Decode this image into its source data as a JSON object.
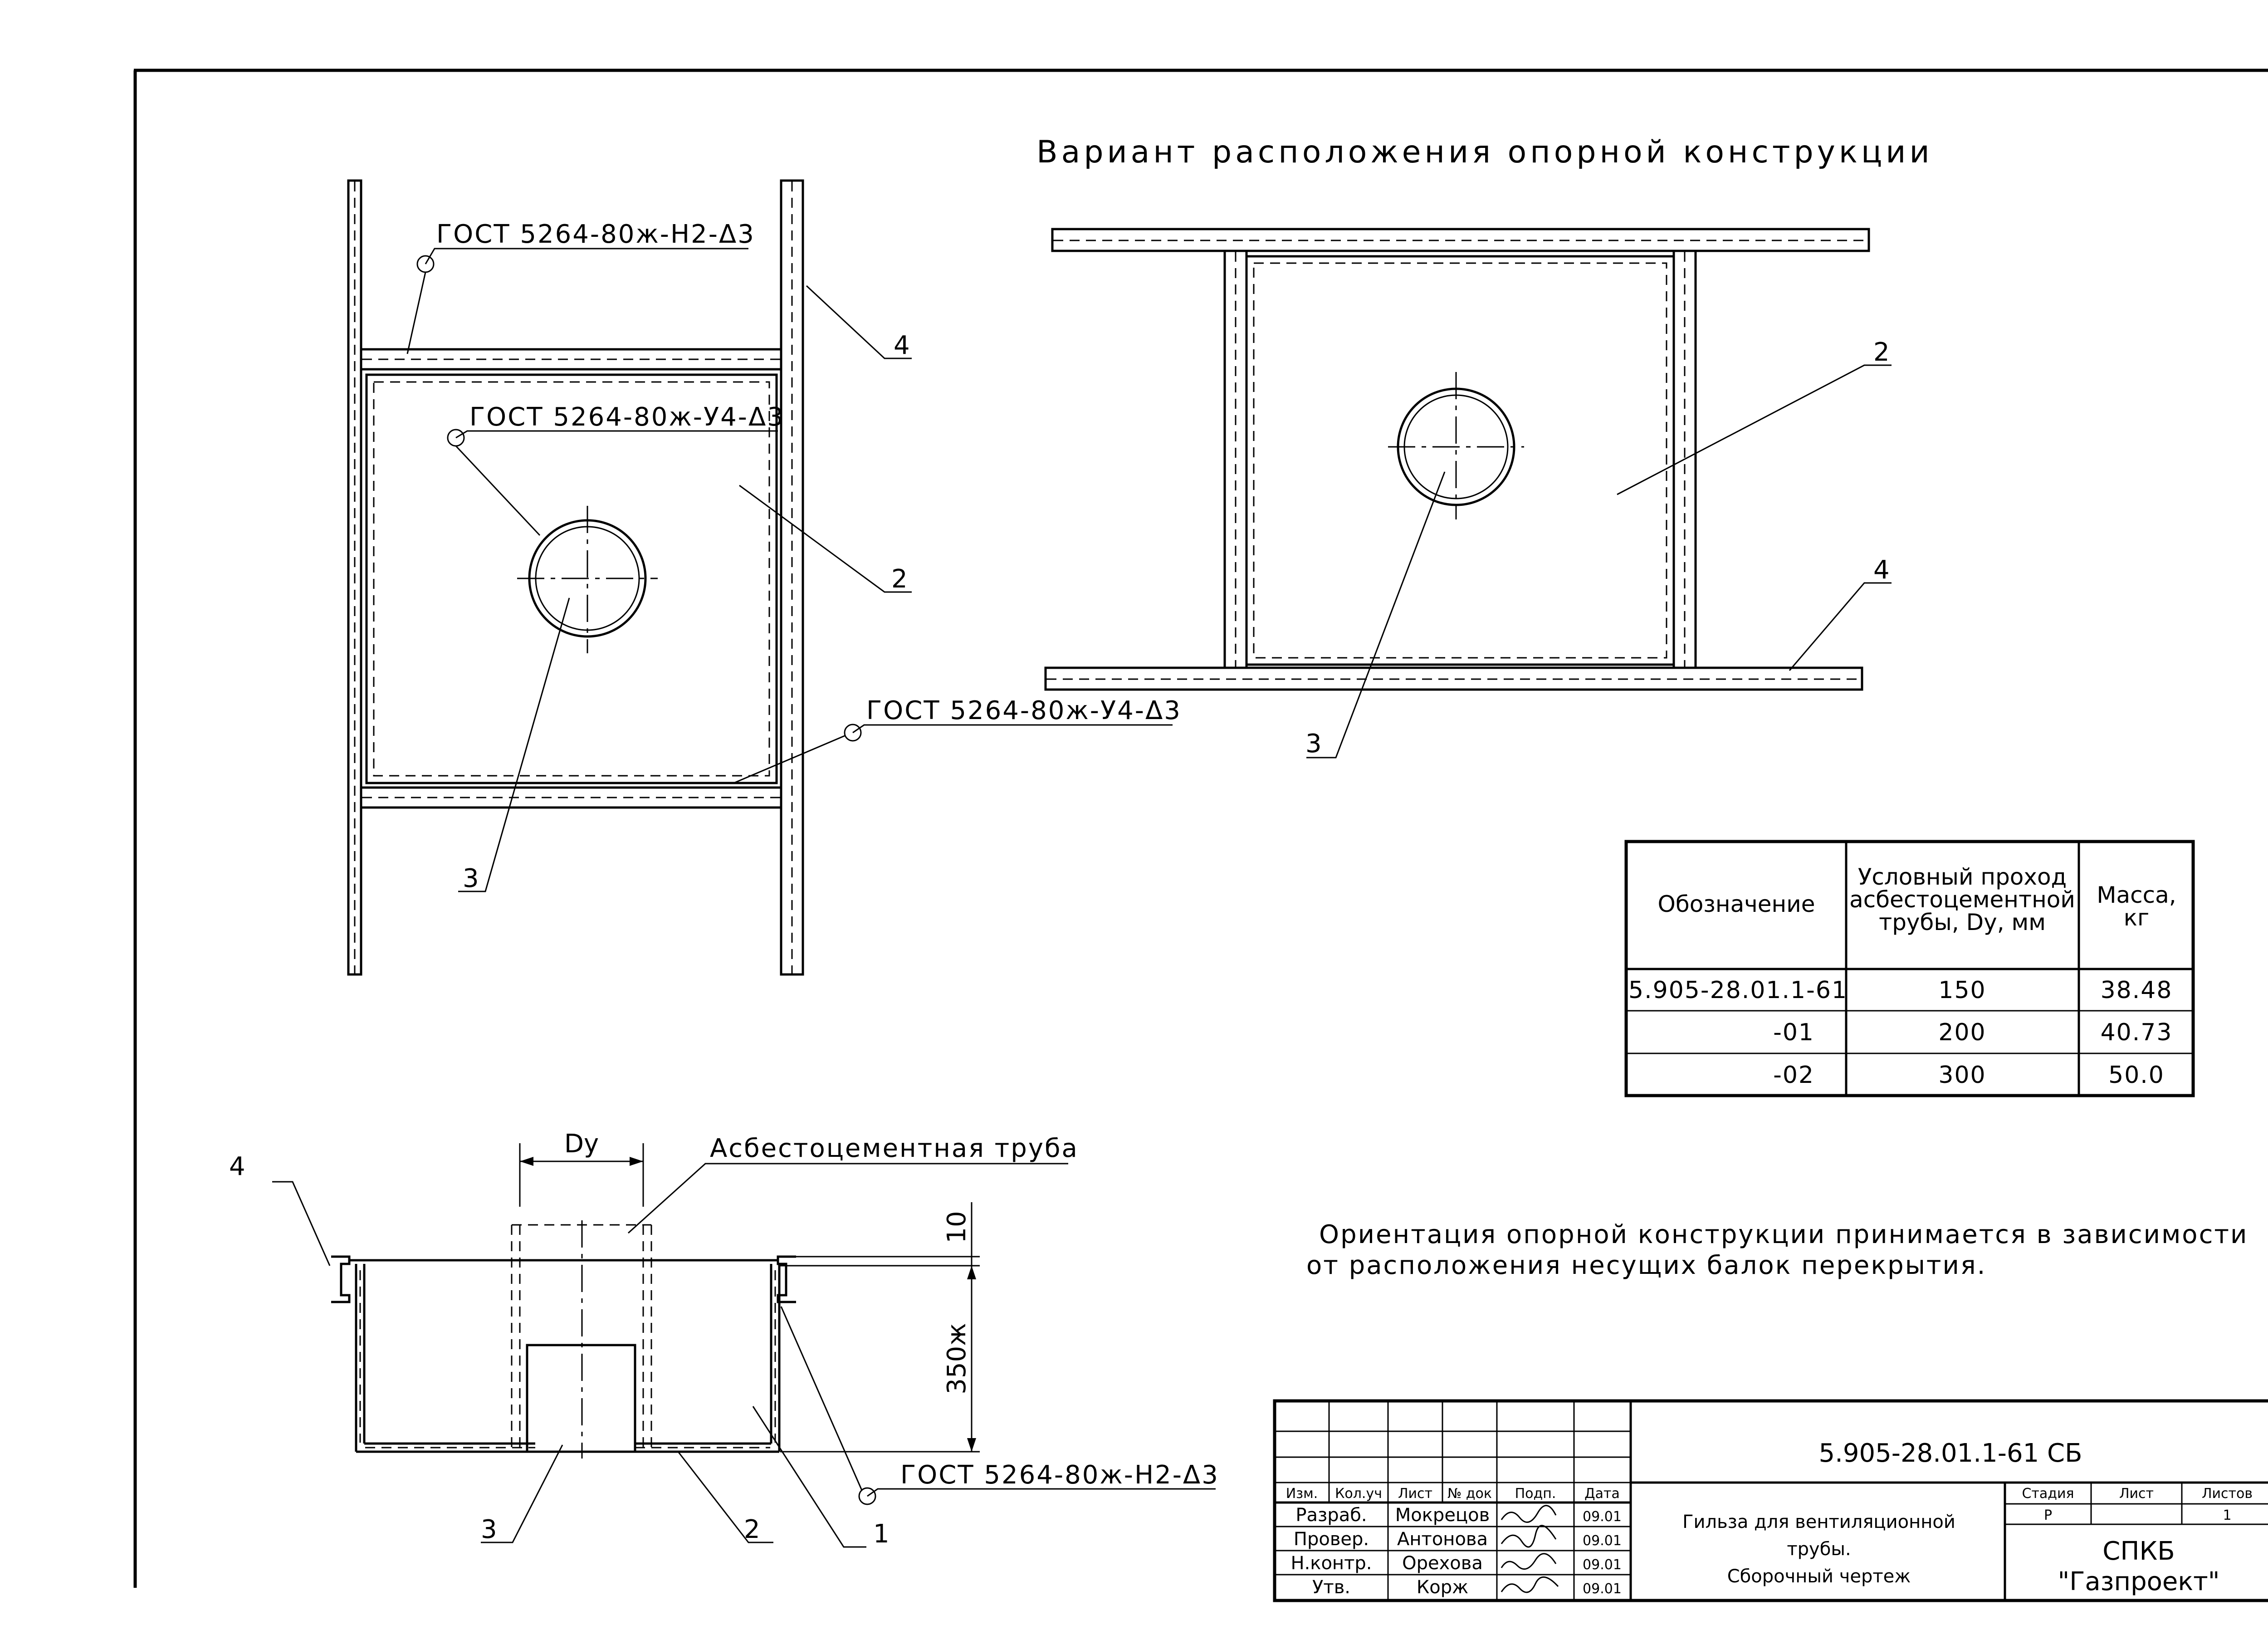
{
  "title": "Вариант расположения опорной конструкции",
  "plan_view": {
    "weld_top": "ГОСТ 5264-80ж-Н2-Δ3",
    "weld_pipe": "ГОСТ 5264-80ж-У4-Δ3",
    "weld_bottom": "ГОСТ 5264-80ж-У4-Δ3",
    "pos_4": "4",
    "pos_2": "2",
    "pos_3": "3"
  },
  "variant_view": {
    "pos_2": "2",
    "pos_4": "4",
    "pos_3": "3"
  },
  "section_view": {
    "dim_dy": "Dy",
    "pipe_label": "Асбестоцементная труба",
    "dim_10": "10",
    "dim_350": "350ж",
    "weld": "ГОСТ 5264-80ж-Н2-Δ3",
    "pos_4": "4",
    "pos_3": "3",
    "pos_2": "2",
    "pos_1": "1"
  },
  "note": {
    "line1": "Ориентация опорной конструкции принимается в зависимости",
    "line2": "от расположения несущих балок перекрытия."
  },
  "table": {
    "headers": {
      "designation": "Обозначение",
      "dy_line1": "Условный проход",
      "dy_line2": "асбестоцементной",
      "dy_line3": "трубы, Dy, мм",
      "mass_line1": "Масса,",
      "mass_line2": "кг"
    },
    "rows": [
      {
        "designation": "5.905-28.01.1-61",
        "dy": "150",
        "mass": "38.48"
      },
      {
        "designation": "-01",
        "dy": "200",
        "mass": "40.73"
      },
      {
        "designation": "-02",
        "dy": "300",
        "mass": "50.0"
      }
    ]
  },
  "stamp": {
    "code": "5.905-28.01.1-61 СБ",
    "col_izm": "Изм.",
    "col_kol": "Кол.уч",
    "col_list": "Лист",
    "col_ndok": "№ док",
    "col_podp": "Подп.",
    "col_data": "Дата",
    "role_1": "Разраб.",
    "name_1": "Мокрецов",
    "date_1": "09.01",
    "role_2": "Провер.",
    "name_2": "Антонова",
    "date_2": "09.01",
    "role_3": "Н.контр.",
    "name_3": "Орехова",
    "date_3": "09.01",
    "role_4": "Утв.",
    "name_4": "Корж",
    "date_4": "09.01",
    "doc_line1": "Гильза для вентиляционной",
    "doc_line2": "трубы.",
    "doc_line3": "Сборочный чертеж",
    "stage_label": "Стадия",
    "sheet_label": "Лист",
    "sheets_label": "Листов",
    "stage_value": "Р",
    "sheets_value": "1",
    "org_line1": "СПКБ",
    "org_line2": "\"Газпроект\""
  }
}
